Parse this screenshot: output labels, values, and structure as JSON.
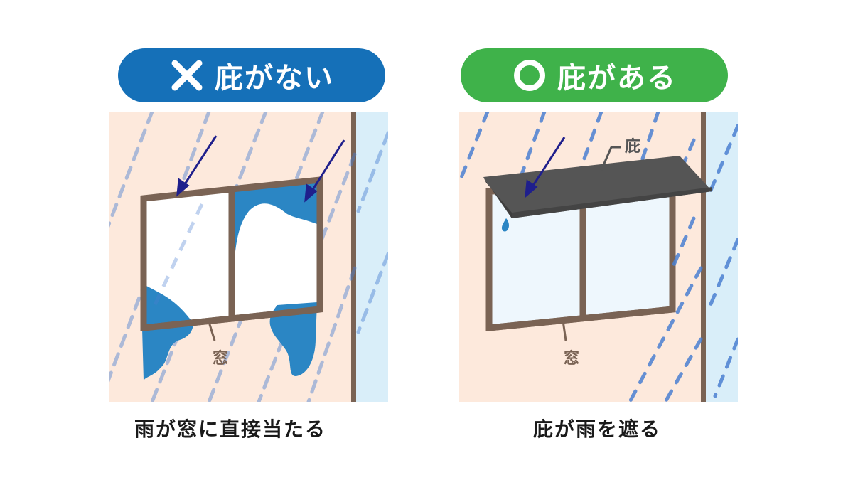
{
  "left": {
    "title": "庇がない",
    "caption": "雨が窓に直接当たる",
    "window_label": "窓",
    "accent_color": "#1570b8",
    "icon": "cross-icon"
  },
  "right": {
    "title": "庇がある",
    "caption": "庇が雨を遮る",
    "window_label": "窓",
    "eave_label": "庇",
    "accent_color": "#3fb24a",
    "icon": "circle-icon"
  },
  "colors": {
    "wall": "#fde9dc",
    "wall_side": "#d9eef9",
    "frame": "#7a6354",
    "rain": "#4a7fd1",
    "wet": "#2b86c4",
    "glass": "#eef7fd",
    "eave": "#555555",
    "arrow": "#1f1f8c"
  }
}
